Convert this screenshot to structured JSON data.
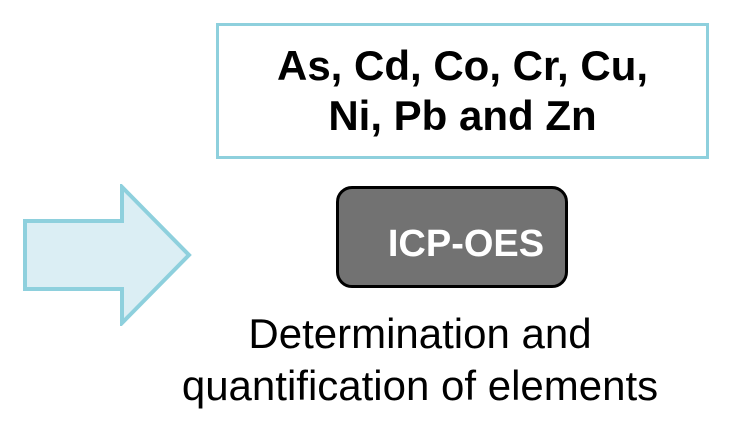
{
  "elements_box": {
    "line1": "As, Cd, Co, Cr, Cu,",
    "line2": "Ni, Pb and Zn",
    "border_color": "#8ed0dd"
  },
  "arrow": {
    "icon": "right-arrow-icon",
    "fill_color": "#dbeef4",
    "stroke_color": "#8ed0dd"
  },
  "technique": {
    "label": "ICP-OES",
    "fill_color": "#727272"
  },
  "description": {
    "line1": "Determination and",
    "line2": "quantification of elements"
  }
}
